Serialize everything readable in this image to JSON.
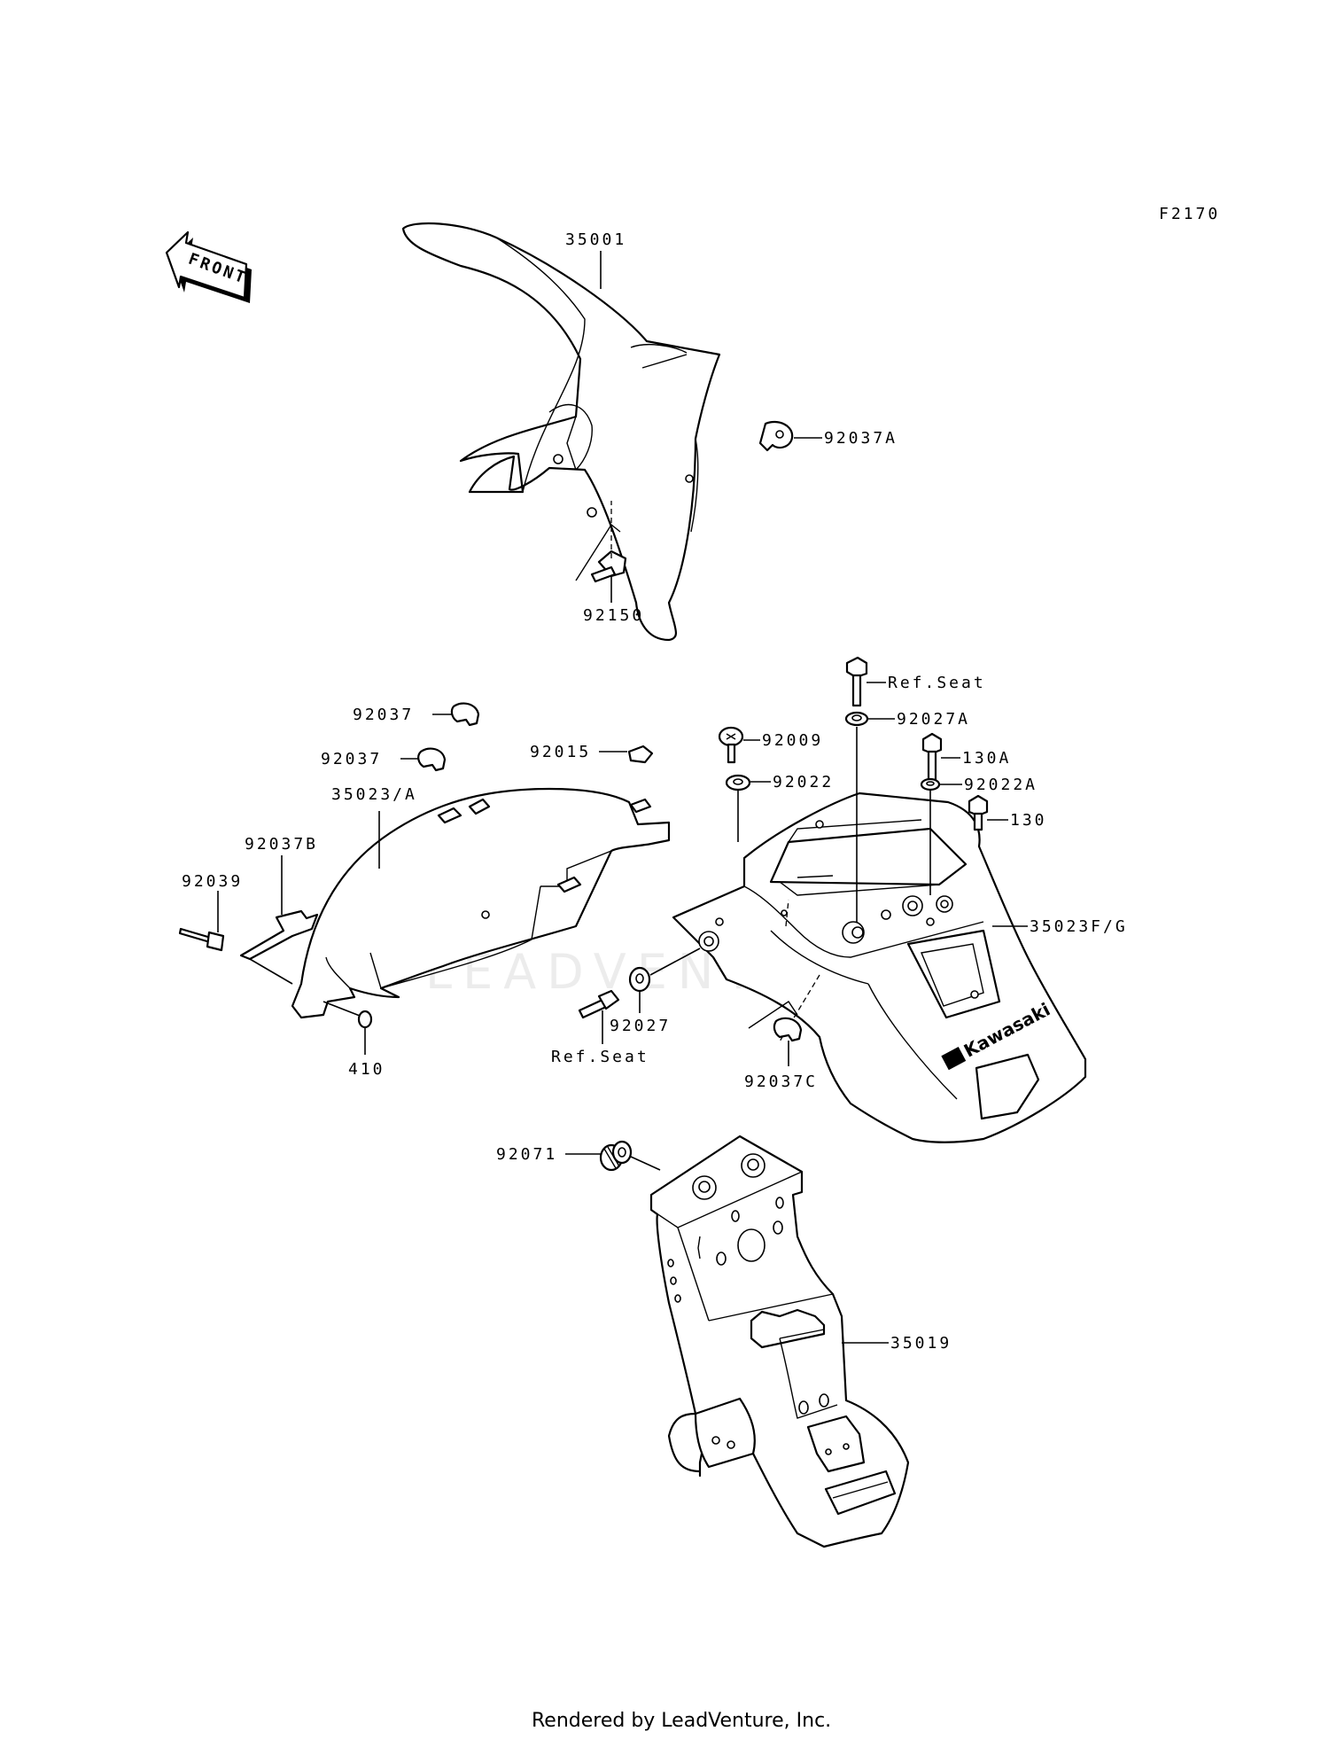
{
  "figure_code": "F2170",
  "front_badge": "FRONT",
  "brand_text": "Kawasaki",
  "watermark": "LEADVENTURE",
  "footer": "Rendered by LeadVenture, Inc.",
  "callouts": {
    "c35001": "35001",
    "c92037A": "92037A",
    "c92150": "92150",
    "refSeatTop": "Ref.Seat",
    "c92027A": "92027A",
    "c92009": "92009",
    "c130A": "130A",
    "c92022": "92022",
    "c92022A": "92022A",
    "c130": "130",
    "c35023FG": "35023F/G",
    "c92037a": "92037",
    "c92037b": "92037",
    "c92015": "92015",
    "c35023A": "35023/A",
    "c92037B": "92037B",
    "c92039": "92039",
    "c410": "410",
    "c92027": "92027",
    "refSeatBottom": "Ref.Seat",
    "c92037C": "92037C",
    "c92071": "92071",
    "c35019": "35019"
  }
}
